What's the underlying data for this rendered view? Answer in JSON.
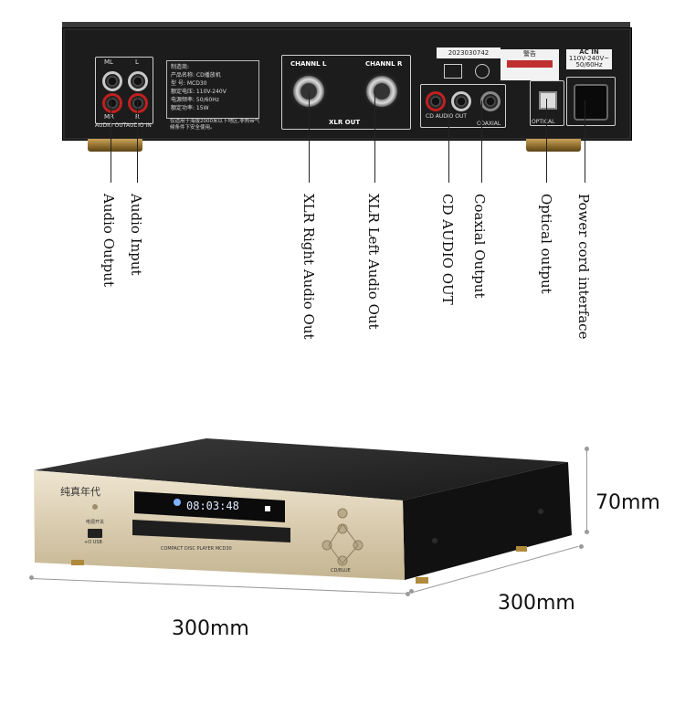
{
  "rear_panel": {
    "serial": "2023030742",
    "ac_in": "AC IN",
    "ac_spec": "110V-240V~",
    "ac_freq": "50/60Hz",
    "ml": "ML",
    "l": "L",
    "mr": "MR",
    "r": "R",
    "audio_out": "AUDIO OUT",
    "audio_in": "AUDIO IN",
    "channel_l": "CHANNL L",
    "channel_r": "CHANNL R",
    "xlr_out": "XLR OUT",
    "cd_audio_out": "CD AUDIO OUT",
    "coaxial": "COAXIAL",
    "optical": "OPTICAL",
    "spec_rows": [
      "制造商:",
      "产品名称: CD播放机",
      "型 号: MCD30",
      "额定电压: 110V-240V",
      "电源频率: 50/60Hz",
      "额定功率: 15W"
    ],
    "spec_note": "仅适用于海拔2000米以下地区,非热带气候条件下安全使用。",
    "warning": "警告"
  },
  "callouts": [
    {
      "text": "Audio Output"
    },
    {
      "text": "Audio Input"
    },
    {
      "text": "XLR Right Audio Out"
    },
    {
      "text": "XLR Left Audio Out"
    },
    {
      "text": "CD AUDIO OUT"
    },
    {
      "text": "Coaxial Output"
    },
    {
      "text": "Optical output"
    },
    {
      "text": "Power cord interface"
    }
  ],
  "front_unit": {
    "brand": "纯真年代",
    "display_time": "08:03:48",
    "power_label": "电源开关",
    "usb_label": "+O USB",
    "model_label": "COMPACT DISC PLAYER MCD30",
    "mode_label": "CD/BLUE"
  },
  "dimensions": {
    "height": "70mm",
    "depth": "300mm",
    "width": "300mm"
  }
}
